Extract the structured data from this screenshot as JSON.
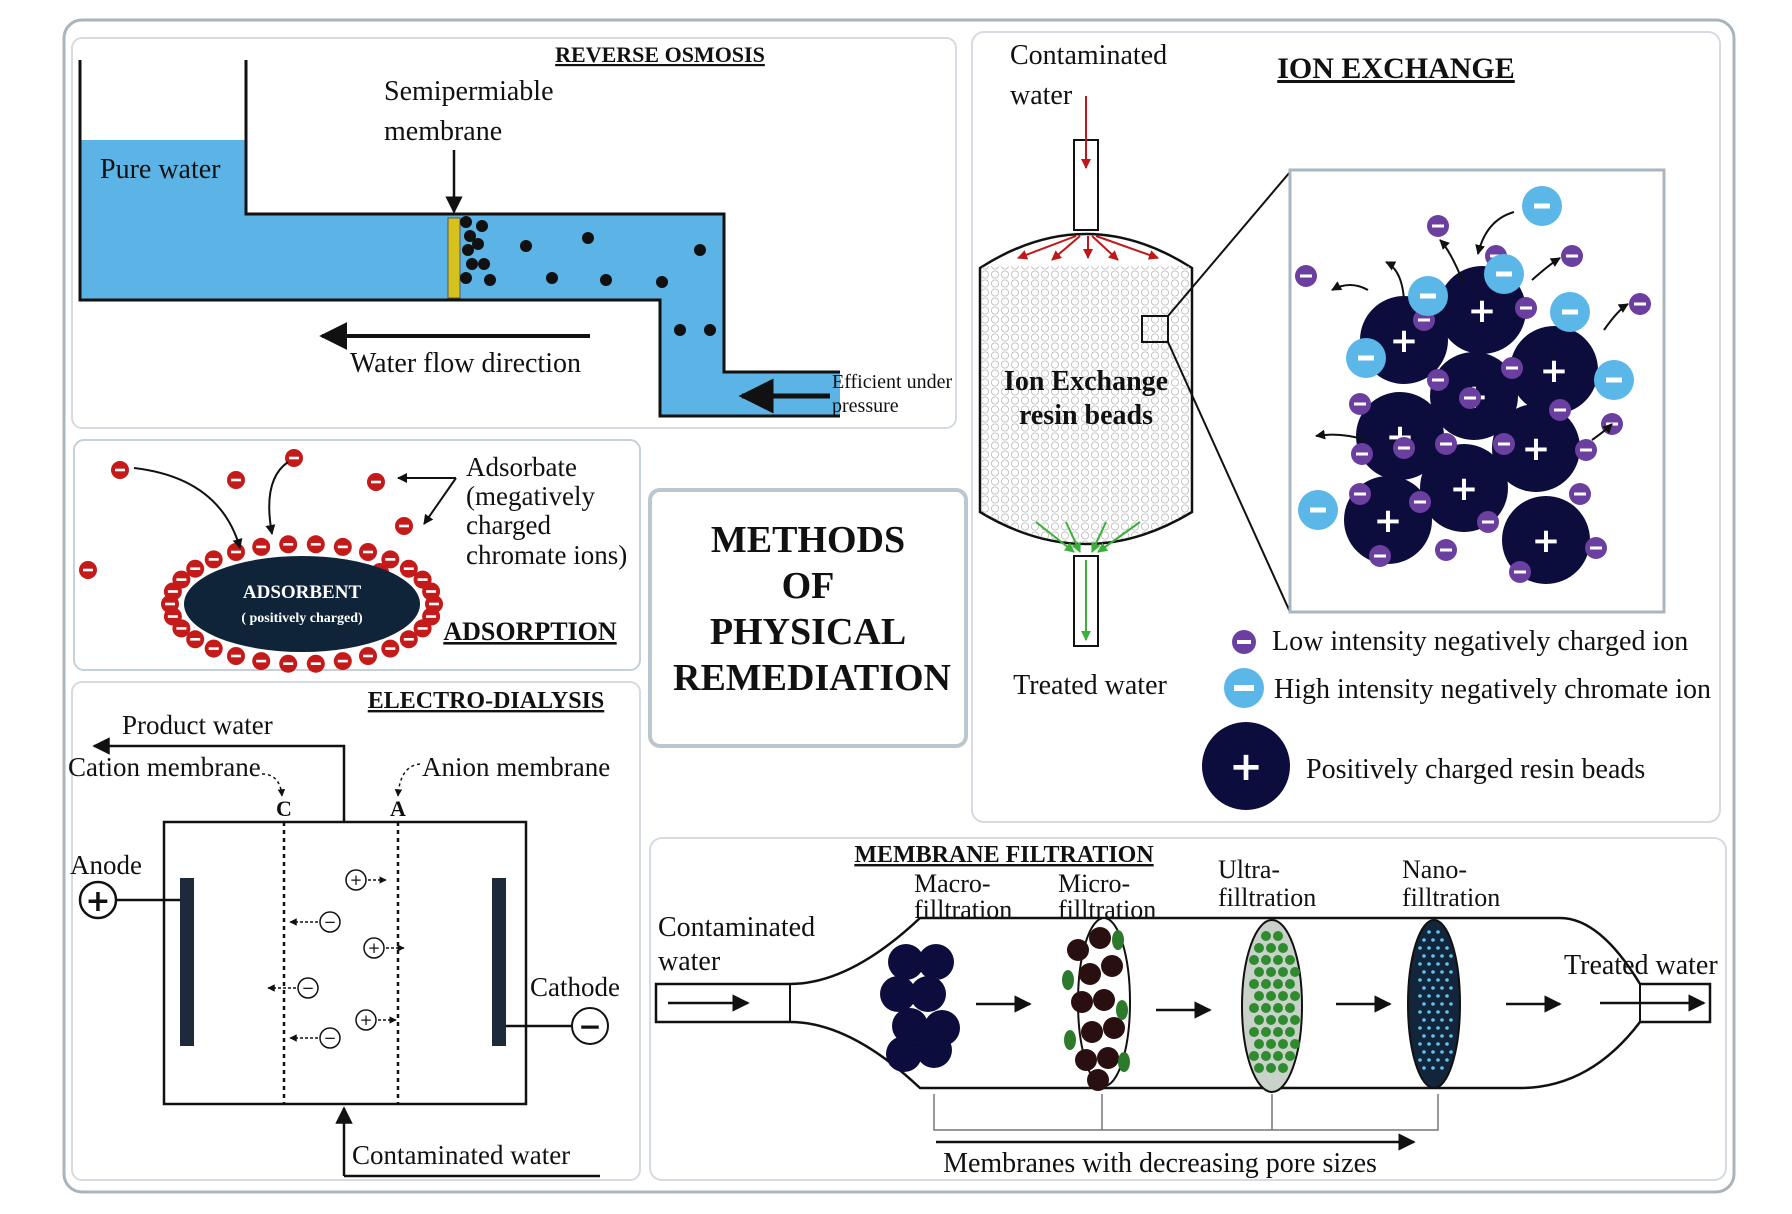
{
  "center": {
    "line1": "METHODS",
    "line2": "OF",
    "line3": "PHYSICAL",
    "line4": "REMEDIATION"
  },
  "reverse_osmosis": {
    "title": "REVERSE OSMOSIS",
    "pure_water": "Pure water",
    "membrane_line1": "Semipermiable",
    "membrane_line2": "membrane",
    "flow_direction": "Water flow direction",
    "pressure_line1": "Efficient under",
    "pressure_line2": "pressure"
  },
  "ion_exchange": {
    "title": "ION EXCHANGE",
    "inlet_line1": "Contaminated",
    "inlet_line2": "water",
    "resin_line1": "Ion Exchange",
    "resin_line2": "resin beads",
    "outlet": "Treated water",
    "legend_low": "Low intensity negatively charged ion",
    "legend_high": "High intensity negatively chromate ion",
    "legend_bead": "Positively charged resin beads",
    "plus_sign": "+",
    "minus_sign": "−"
  },
  "adsorption": {
    "title": "ADSORPTION",
    "adsorbent": "ADSORBENT",
    "adsorbent_sub": "( positively charged)",
    "adsorbate_line1": "Adsorbate",
    "adsorbate_line2": "(megatively",
    "adsorbate_line3": "charged",
    "adsorbate_line4": "chromate ions)"
  },
  "electro_dialysis": {
    "title": "ELECTRO-DIALYSIS",
    "product": "Product water",
    "cation": "Cation membrane",
    "anion": "Anion membrane",
    "c": "C",
    "a": "A",
    "anode": "Anode",
    "cathode": "Cathode",
    "contaminated": "Contaminated water",
    "plus": "+",
    "minus": "−"
  },
  "membrane_filtration": {
    "title": "MEMBRANE FILTRATION",
    "inlet_line1": "Contaminated",
    "inlet_line2": "water",
    "macro_line1": "Macro-",
    "macro_line2": "filltration",
    "micro_line1": "Micro-",
    "micro_line2": "filltration",
    "ultra_line1": "Ultra-",
    "ultra_line2": "filltration",
    "nano_line1": "Nano-",
    "nano_line2": "filltration",
    "outlet": "Treated water",
    "pore_sizes": "Membranes with decreasing pore sizes"
  },
  "colors": {
    "water": "#5bb4e5",
    "dark_bead": "#0d0d3d",
    "purple_ion": "#6a3fa0",
    "cyan_ion": "#5bb7e8",
    "red_ion": "#c41a1a",
    "membrane_yellow": "#d6c21e"
  }
}
